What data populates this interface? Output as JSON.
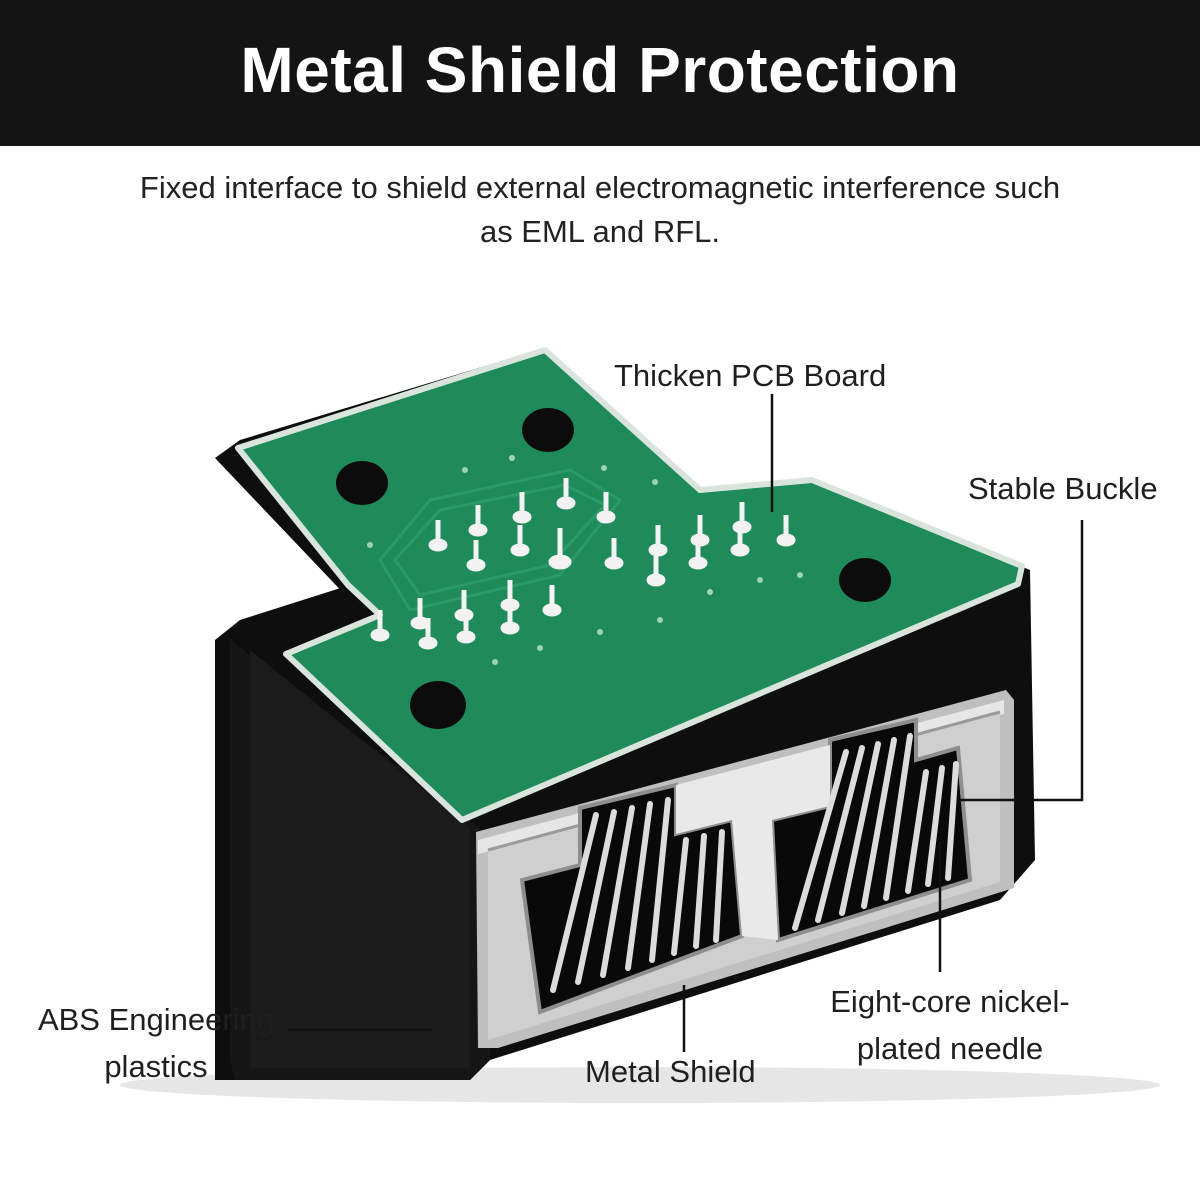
{
  "header": {
    "title": "Metal Shield Protection"
  },
  "description": {
    "line1": "Fixed interface to shield external electromagnetic interference such",
    "line2": "as EML and RFL."
  },
  "callouts": {
    "pcb": "Thicken PCB Board",
    "buckle": "Stable Buckle",
    "abs_line1": "ABS Engineering",
    "abs_line2": "plastics",
    "shield": "Metal Shield",
    "needle_line1": "Eight-core nickel-",
    "needle_line2": "plated needle"
  },
  "colors": {
    "banner": "#141414",
    "pcb_green": "#1f8a5a",
    "body": "#0f0f0f",
    "metal": "#c9c9c9"
  }
}
